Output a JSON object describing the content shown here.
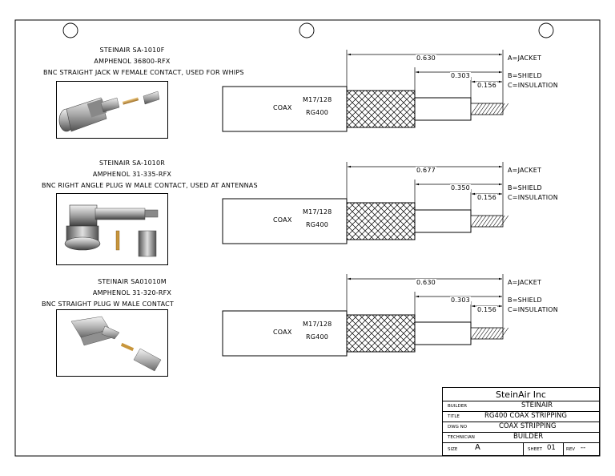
{
  "assemblies": [
    {
      "part_number": "STEINAIR SA-1010F",
      "amphenol": "AMPHENOL 36800-RFX",
      "description": "BNC STRAIGHT JACK W FEMALE CONTACT, USED FOR WHIPS",
      "jacket_dim": "0.630",
      "shield_dim": "0.303",
      "insulation_dim": "0.156",
      "photo_icon": "bnc-straight-jack-photo"
    },
    {
      "part_number": "STEINAIR SA-1010R",
      "amphenol": "AMPHENOL 31-335-RFX",
      "description": "BNC RIGHT ANGLE PLUG W MALE CONTACT, USED AT ANTENNAS",
      "jacket_dim": "0.677",
      "shield_dim": "0.350",
      "insulation_dim": "0.156",
      "photo_icon": "bnc-right-angle-plug-photo"
    },
    {
      "part_number": "STEINAIR SA01010M",
      "amphenol": "AMPHENOL 31-320-RFX",
      "description": "BNC STRAIGHT PLUG W MALE CONTACT",
      "jacket_dim": "0.630",
      "shield_dim": "0.303",
      "insulation_dim": "0.156",
      "photo_icon": "bnc-straight-plug-photo"
    }
  ],
  "cable_labels": {
    "coax": "COAX",
    "spec": "M17/128",
    "type": "RG400",
    "jacket_label": "A=JACKET",
    "shield_label": "B=SHIELD",
    "insulation_label": "C=INSULATION"
  },
  "title_block": {
    "company": "SteinAir Inc",
    "builder_label": "BUILDER",
    "builder_value": "STEINAIR",
    "title_label": "TITLE",
    "title_value": "RG400 COAX STRIPPING",
    "dwg_label": "DWG NO",
    "dwg_value": "COAX STRIPPING",
    "technician_label": "TECHNICIAN",
    "technician_value": "BUILDER",
    "size_label": "SIZE",
    "size_value": "A",
    "sheet_label": "SHEET",
    "sheet_value": "01",
    "rev_label": "REV",
    "rev_value": "--"
  },
  "colors": {
    "line": "#000000",
    "metal_light": "#d8d8d8",
    "metal_dark": "#707070",
    "gold": "#c8963c"
  }
}
